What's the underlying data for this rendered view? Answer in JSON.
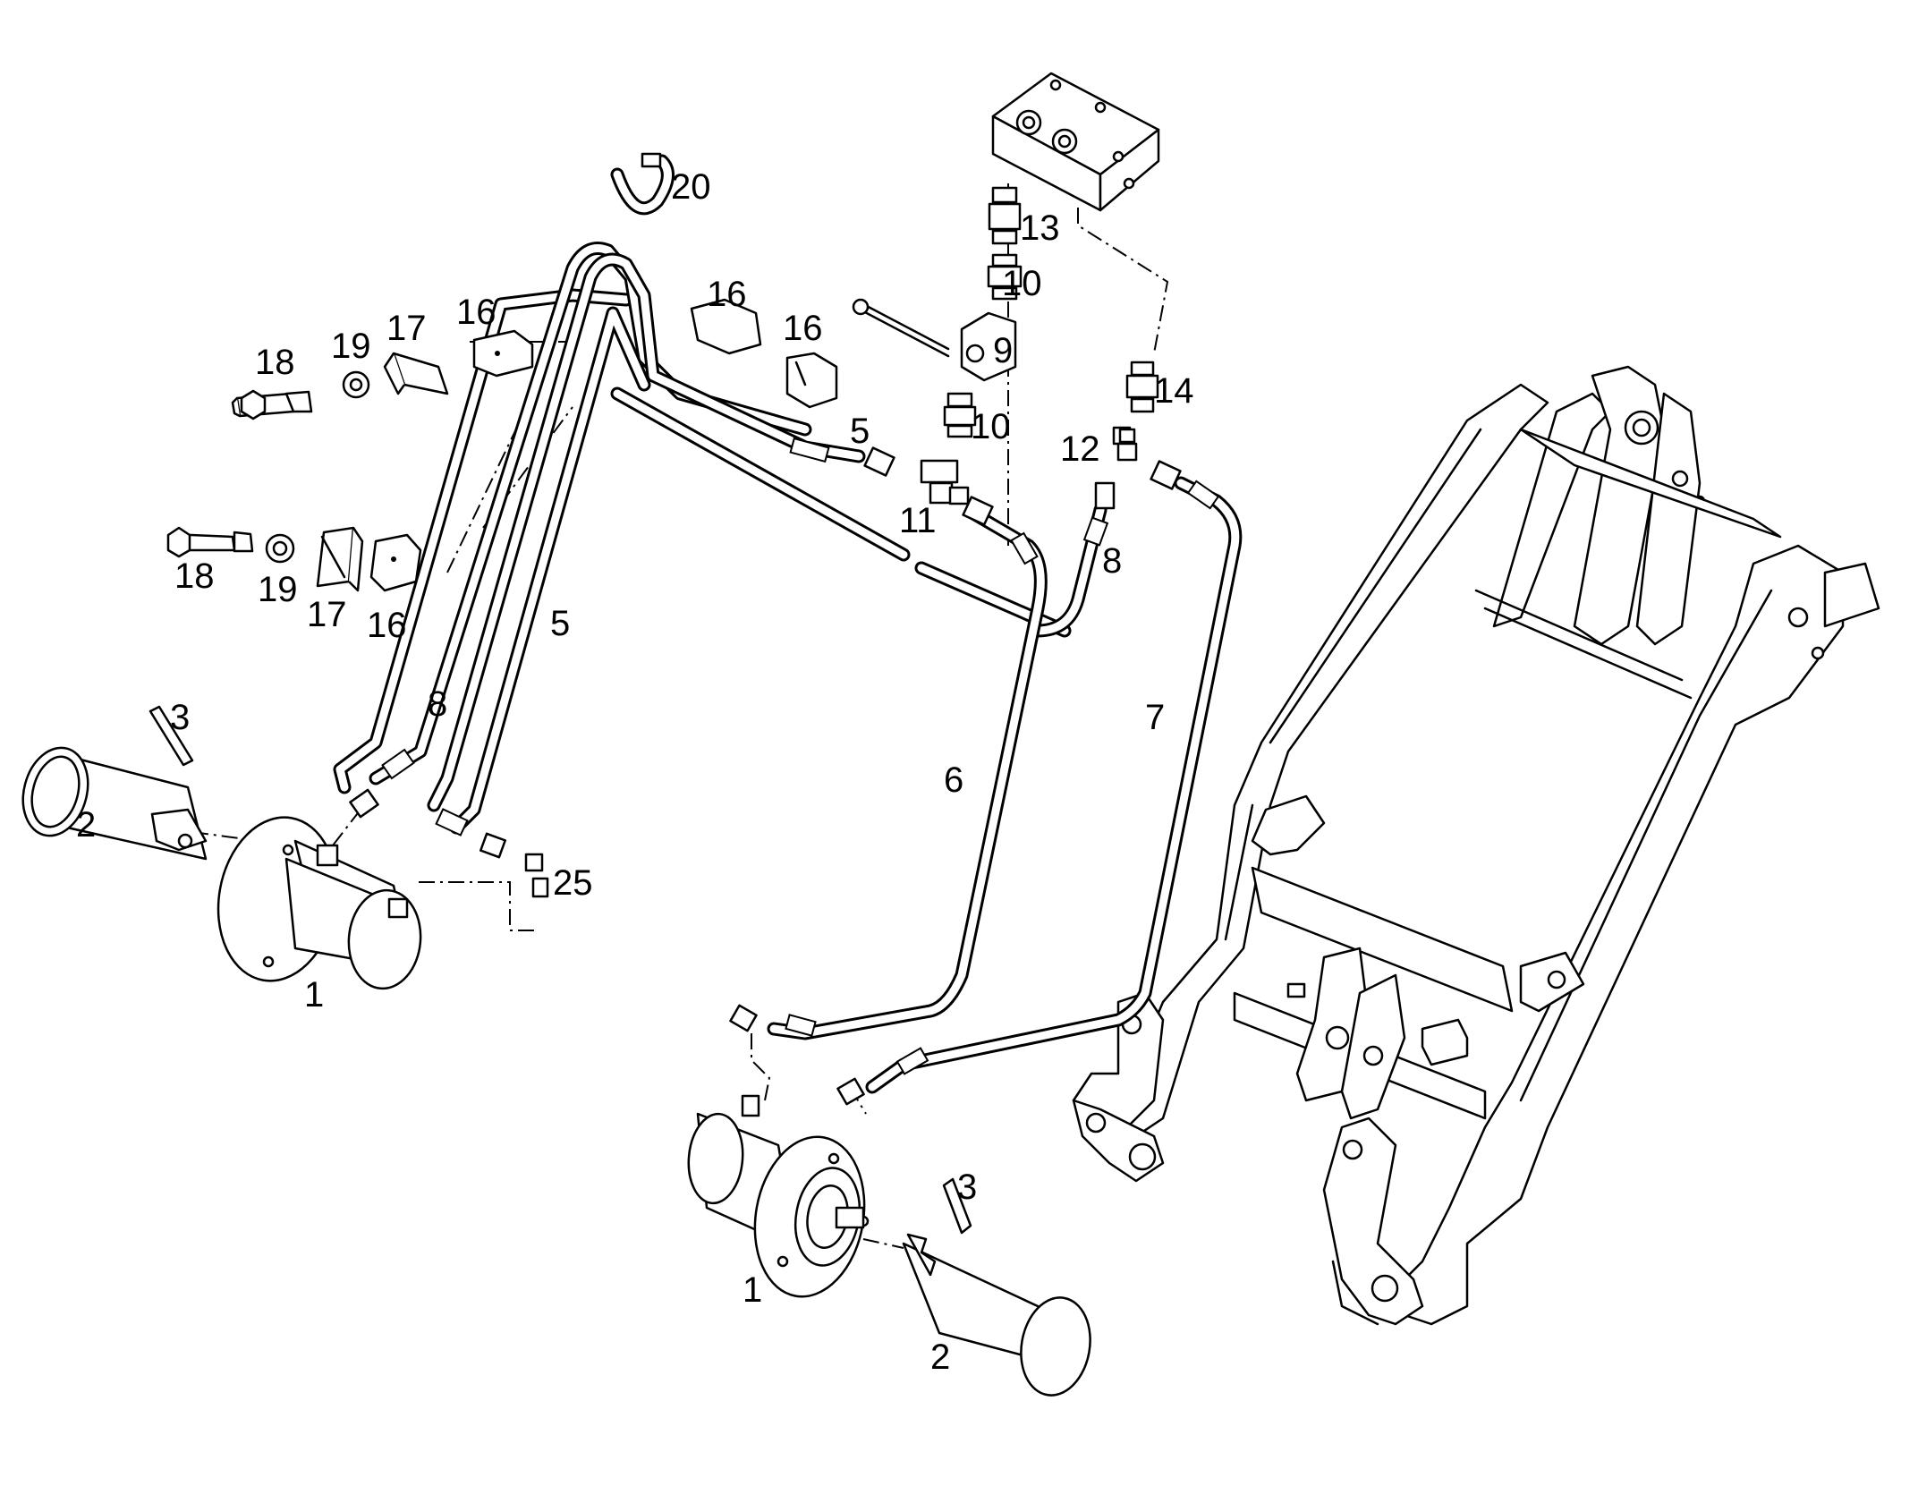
{
  "callouts": {
    "c1a": "1",
    "c1b": "1",
    "c2a": "2",
    "c2b": "2",
    "c3a": "3",
    "c3b": "3",
    "c5a": "5",
    "c5b": "5",
    "c6": "6",
    "c7": "7",
    "c8a": "8",
    "c8b": "8",
    "c9": "9",
    "c10a": "10",
    "c10b": "10",
    "c11": "11",
    "c12": "12",
    "c13": "13",
    "c14": "14",
    "c16a": "16",
    "c16b": "16",
    "c16c": "16",
    "c16d": "16",
    "c17a": "17",
    "c17b": "17",
    "c18a": "18",
    "c18b": "18",
    "c19a": "19",
    "c19b": "19",
    "c20": "20",
    "c25": "25"
  }
}
